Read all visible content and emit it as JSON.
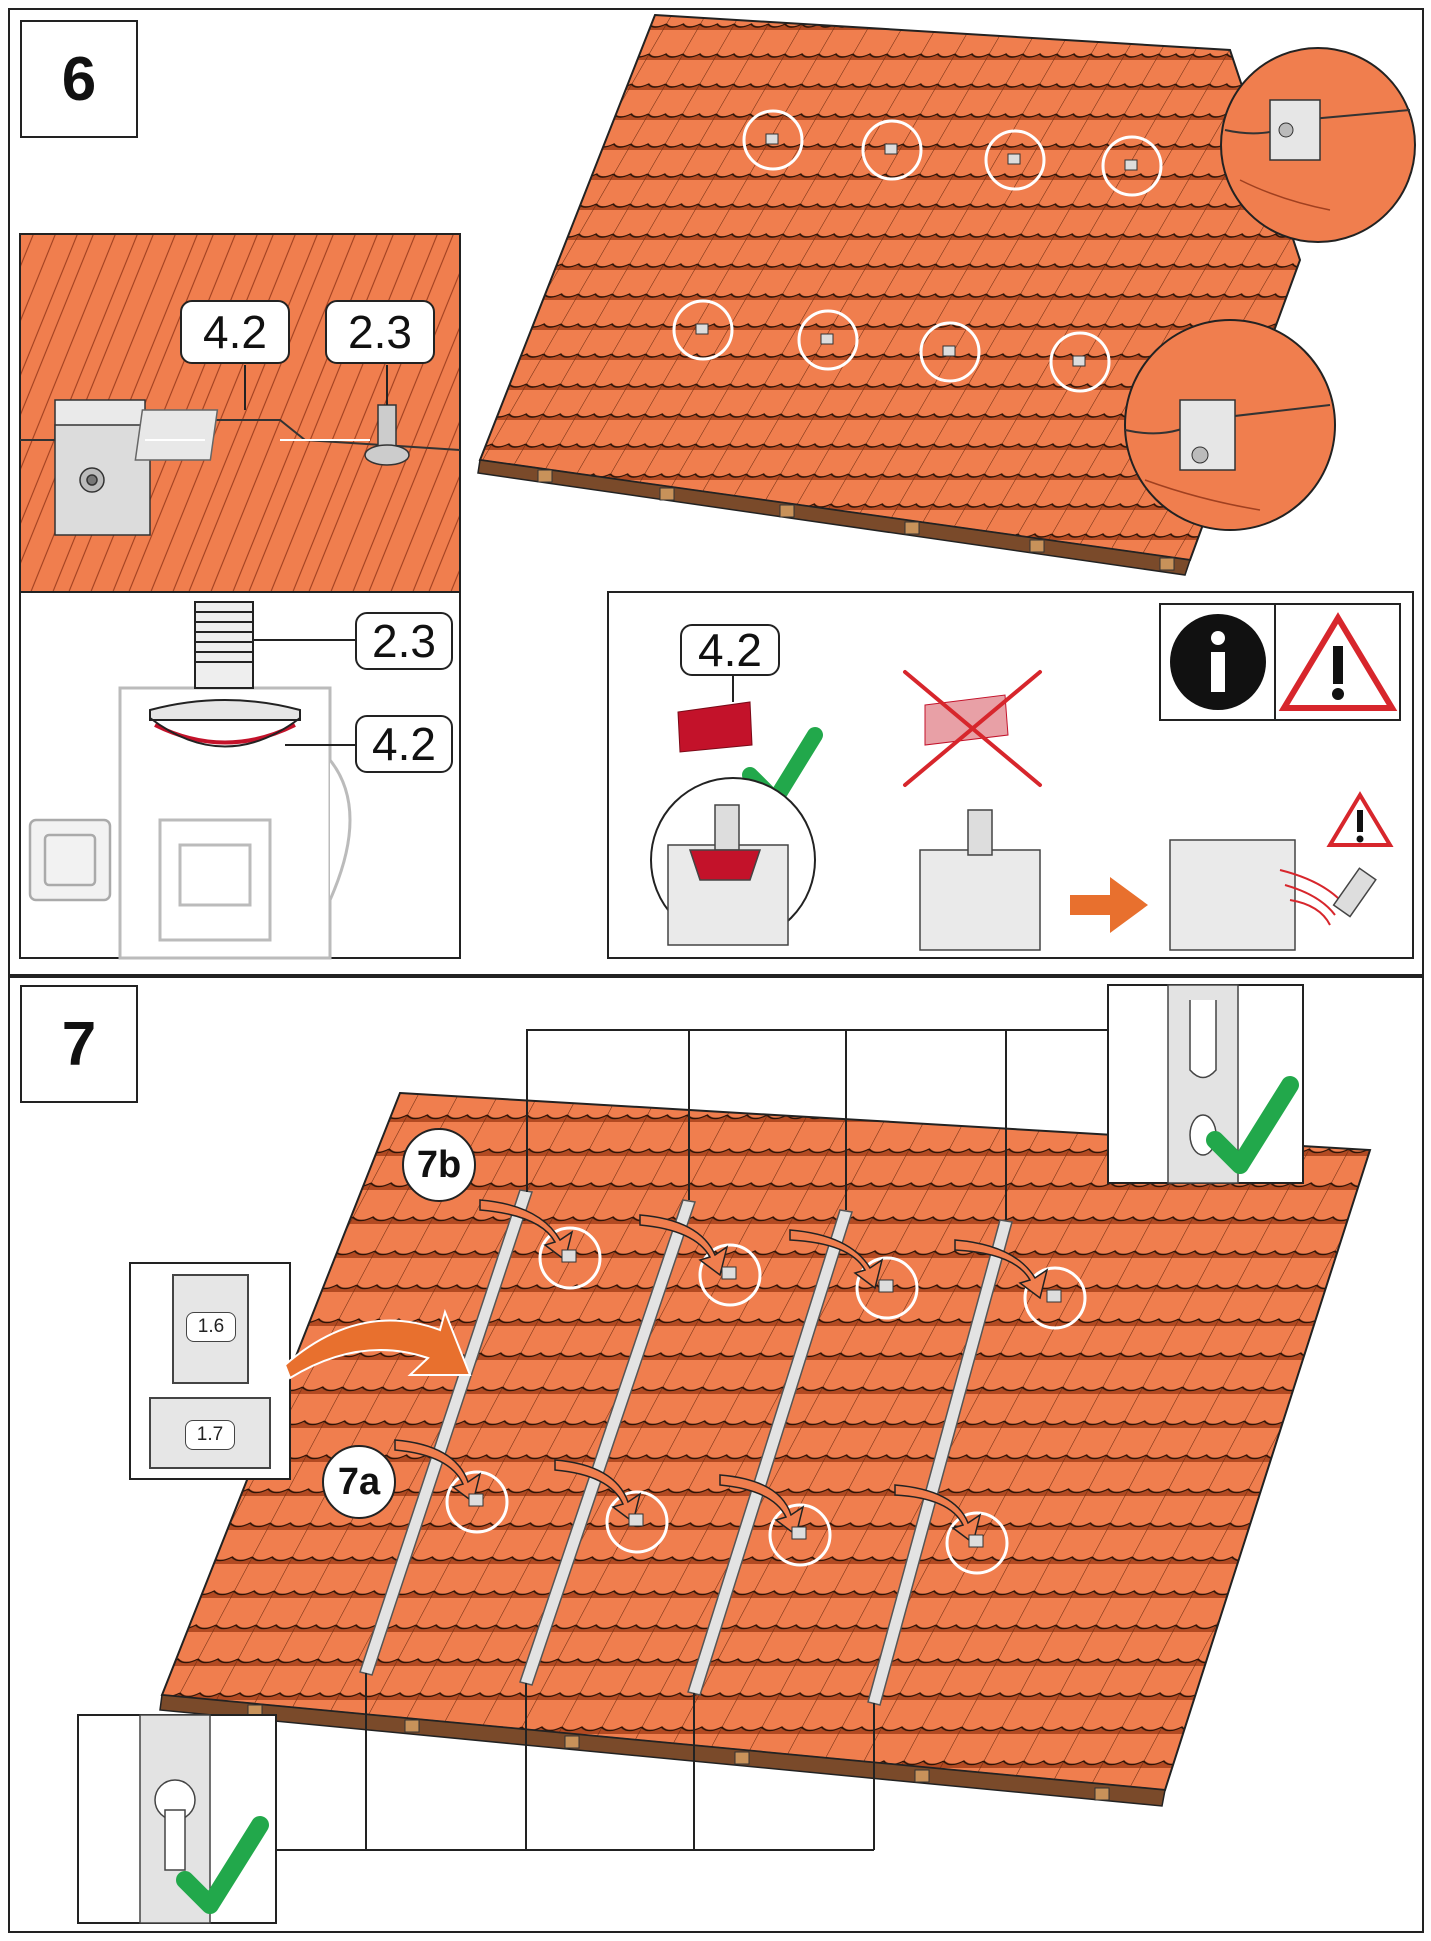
{
  "steps": [
    {
      "number": "6"
    },
    {
      "number": "7"
    }
  ],
  "step6": {
    "detail_callouts": {
      "washer": "4.2",
      "bolt": "2.3"
    },
    "section_callouts": {
      "bolt": "2.3",
      "washer": "4.2"
    },
    "info_panel": {
      "washer_label": "4.2"
    }
  },
  "step7": {
    "sub_labels": {
      "top_row": "7b",
      "bottom_row": "7a"
    },
    "parts": {
      "rail_short": "1.6",
      "rail_long": "1.7"
    }
  },
  "icons": [
    "info-icon",
    "warning-triangle-icon",
    "check-mark-icon",
    "cross-mark-icon",
    "arrow-right-icon"
  ],
  "colors": {
    "roof_tile": "#F07E4E",
    "tile_shadow": "#B24A22",
    "check": "#22A84B",
    "warning": "#D7262C",
    "washer_red": "#C3122A",
    "metal": "#D9D9D9"
  }
}
